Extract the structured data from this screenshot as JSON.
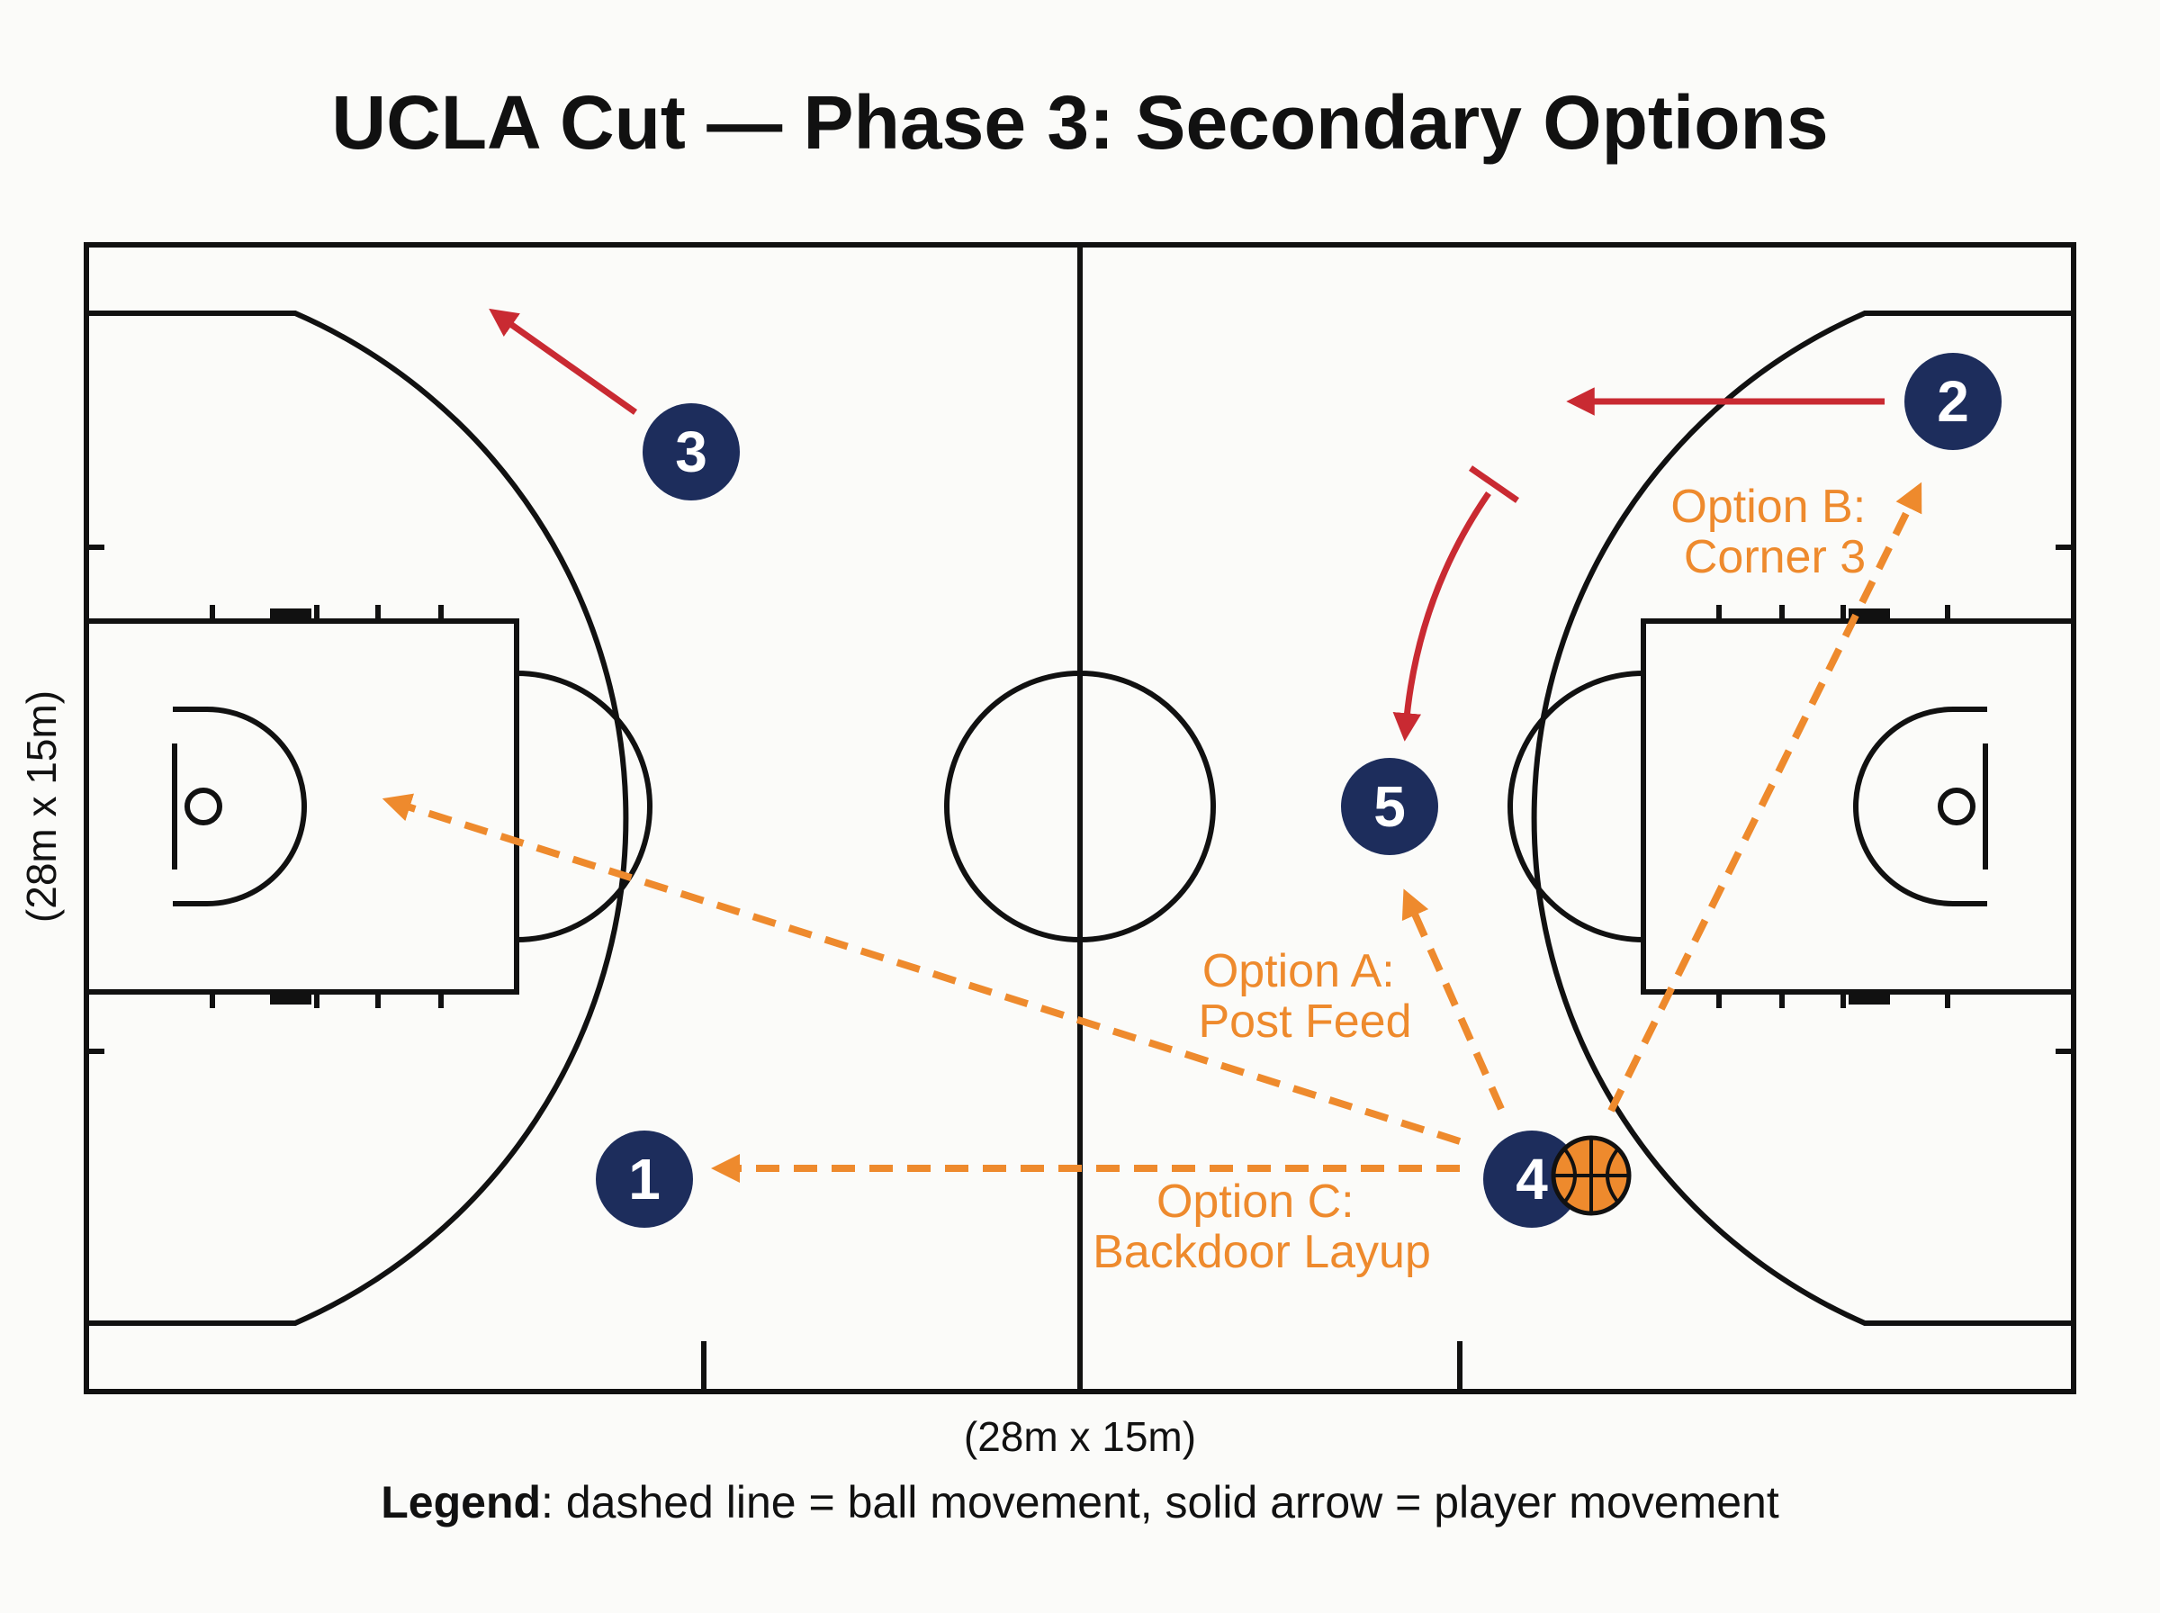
{
  "title": "UCLA Cut — Phase 3: Secondary Options",
  "dimension_bottom": "(28m x 15m)",
  "dimension_left": "(28m x 15m)",
  "legend": {
    "label": "Legend",
    "text": ": dashed line = ball movement, solid arrow = player movement"
  },
  "colors": {
    "player_fill": "#1d2d5c",
    "ball_path": "#ee8a2d",
    "player_move": "#c92a32",
    "ball": "#ee8a2d",
    "court_line": "#111111"
  },
  "players": [
    {
      "id": "1",
      "label": "1"
    },
    {
      "id": "2",
      "label": "2"
    },
    {
      "id": "3",
      "label": "3"
    },
    {
      "id": "4",
      "label": "4"
    },
    {
      "id": "5",
      "label": "5"
    }
  ],
  "options": {
    "a": {
      "line1": "Option A:",
      "line2": "Post Feed"
    },
    "b": {
      "line1": "Option B:",
      "line2": "Corner 3"
    },
    "c": {
      "line1": "Option C:",
      "line2": "Backdoor Layup"
    }
  },
  "ball_icon": "basketball-icon"
}
